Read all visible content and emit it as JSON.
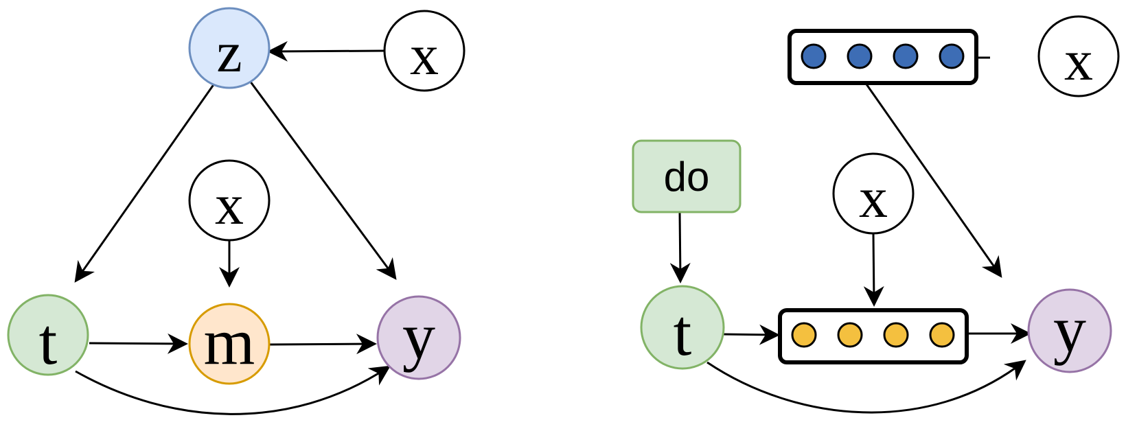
{
  "colors": {
    "z_fill": "#dae8fc",
    "z_stroke": "#6c8ebf",
    "t_fill": "#d5e8d4",
    "t_stroke": "#82b366",
    "m_fill": "#ffe6cc",
    "m_stroke": "#d79b00",
    "y_fill": "#e1d5e7",
    "y_stroke": "#9673a6",
    "x_fill": "#ffffff",
    "x_stroke": "#000000",
    "blue_dot": "#3d6db5",
    "yellow_dot": "#f4c03f"
  },
  "left": {
    "z_label": "z",
    "x_top_label": "x",
    "x_mid_label": "x",
    "t_label": "t",
    "m_label": "m",
    "y_label": "y"
  },
  "right": {
    "do_label": "do",
    "x_top_label": "x",
    "x_mid_label": "x",
    "t_label": "t",
    "y_label": "y",
    "blue_vector_size": 4,
    "yellow_vector_size": 4
  }
}
